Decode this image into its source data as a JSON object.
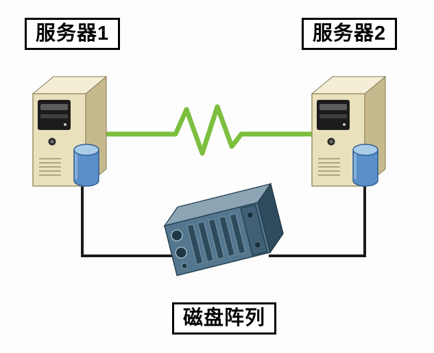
{
  "diagram": {
    "type": "cluster-architecture",
    "nodes": {
      "server1": {
        "label": "服务器1",
        "icon": "server-tower-icon"
      },
      "server2": {
        "label": "服务器2",
        "icon": "server-tower-icon"
      },
      "disk_array": {
        "label": "磁盘阵列",
        "icon": "disk-array-icon"
      }
    },
    "connections": [
      {
        "from": "server1",
        "to": "server2",
        "style": "heartbeat-zigzag"
      },
      {
        "from": "server1",
        "to": "disk_array",
        "style": "solid-line"
      },
      {
        "from": "server2",
        "to": "disk_array",
        "style": "solid-line"
      }
    ],
    "colors": {
      "heartbeat_green": "#7cbf3f",
      "connector_black": "#1a1a1a",
      "server_front": "#e9e0bc",
      "server_side": "#c6b98e",
      "server_top": "#f4eed6",
      "disk_cylinder_blue": "#5b8fc9",
      "array_front": "#54778f",
      "array_top": "#8da4b4",
      "array_side": "#2f4b5e",
      "label_border": "#000000",
      "background": "#fdfdfd"
    }
  }
}
